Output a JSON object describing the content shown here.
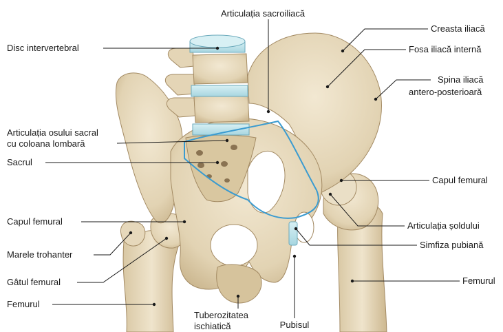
{
  "labels": {
    "sacroiliac_joint": "Articulația sacroiliacă",
    "intervertebral_disc": "Disc intervertebral",
    "iliac_crest": "Creasta iliacă",
    "internal_iliac_fossa": "Fosa iliacă internă",
    "iliac_spine_l1": "Spina iliacă",
    "iliac_spine_l2": "antero-posterioară",
    "lumbosacral_joint_l1": "Articulația osului sacral",
    "lumbosacral_joint_l2": "cu coloana lombară",
    "sacrum": "Sacrul",
    "femoral_head_right": "Capul femural",
    "femoral_head_left": "Capul femural",
    "hip_joint": "Articulația șoldului",
    "greater_trochanter": "Marele trohanter",
    "pubic_symphysis": "Simfiza pubiană",
    "femoral_neck": "Gâtul femural",
    "femur_left": "Femurul",
    "femur_right": "Femurul",
    "ischial_tuberosity_l1": "Tuberozitatea",
    "ischial_tuberosity_l2": "ischiatică",
    "pubis": "Pubisul"
  },
  "colors": {
    "bone": "#e8dcc2",
    "bone_shadow": "#cbb994",
    "bone_dark": "#a38a63",
    "disc": "#bfe3ea",
    "outline_blue": "#3a9bd0",
    "sacral_foramen": "#8a7352"
  }
}
